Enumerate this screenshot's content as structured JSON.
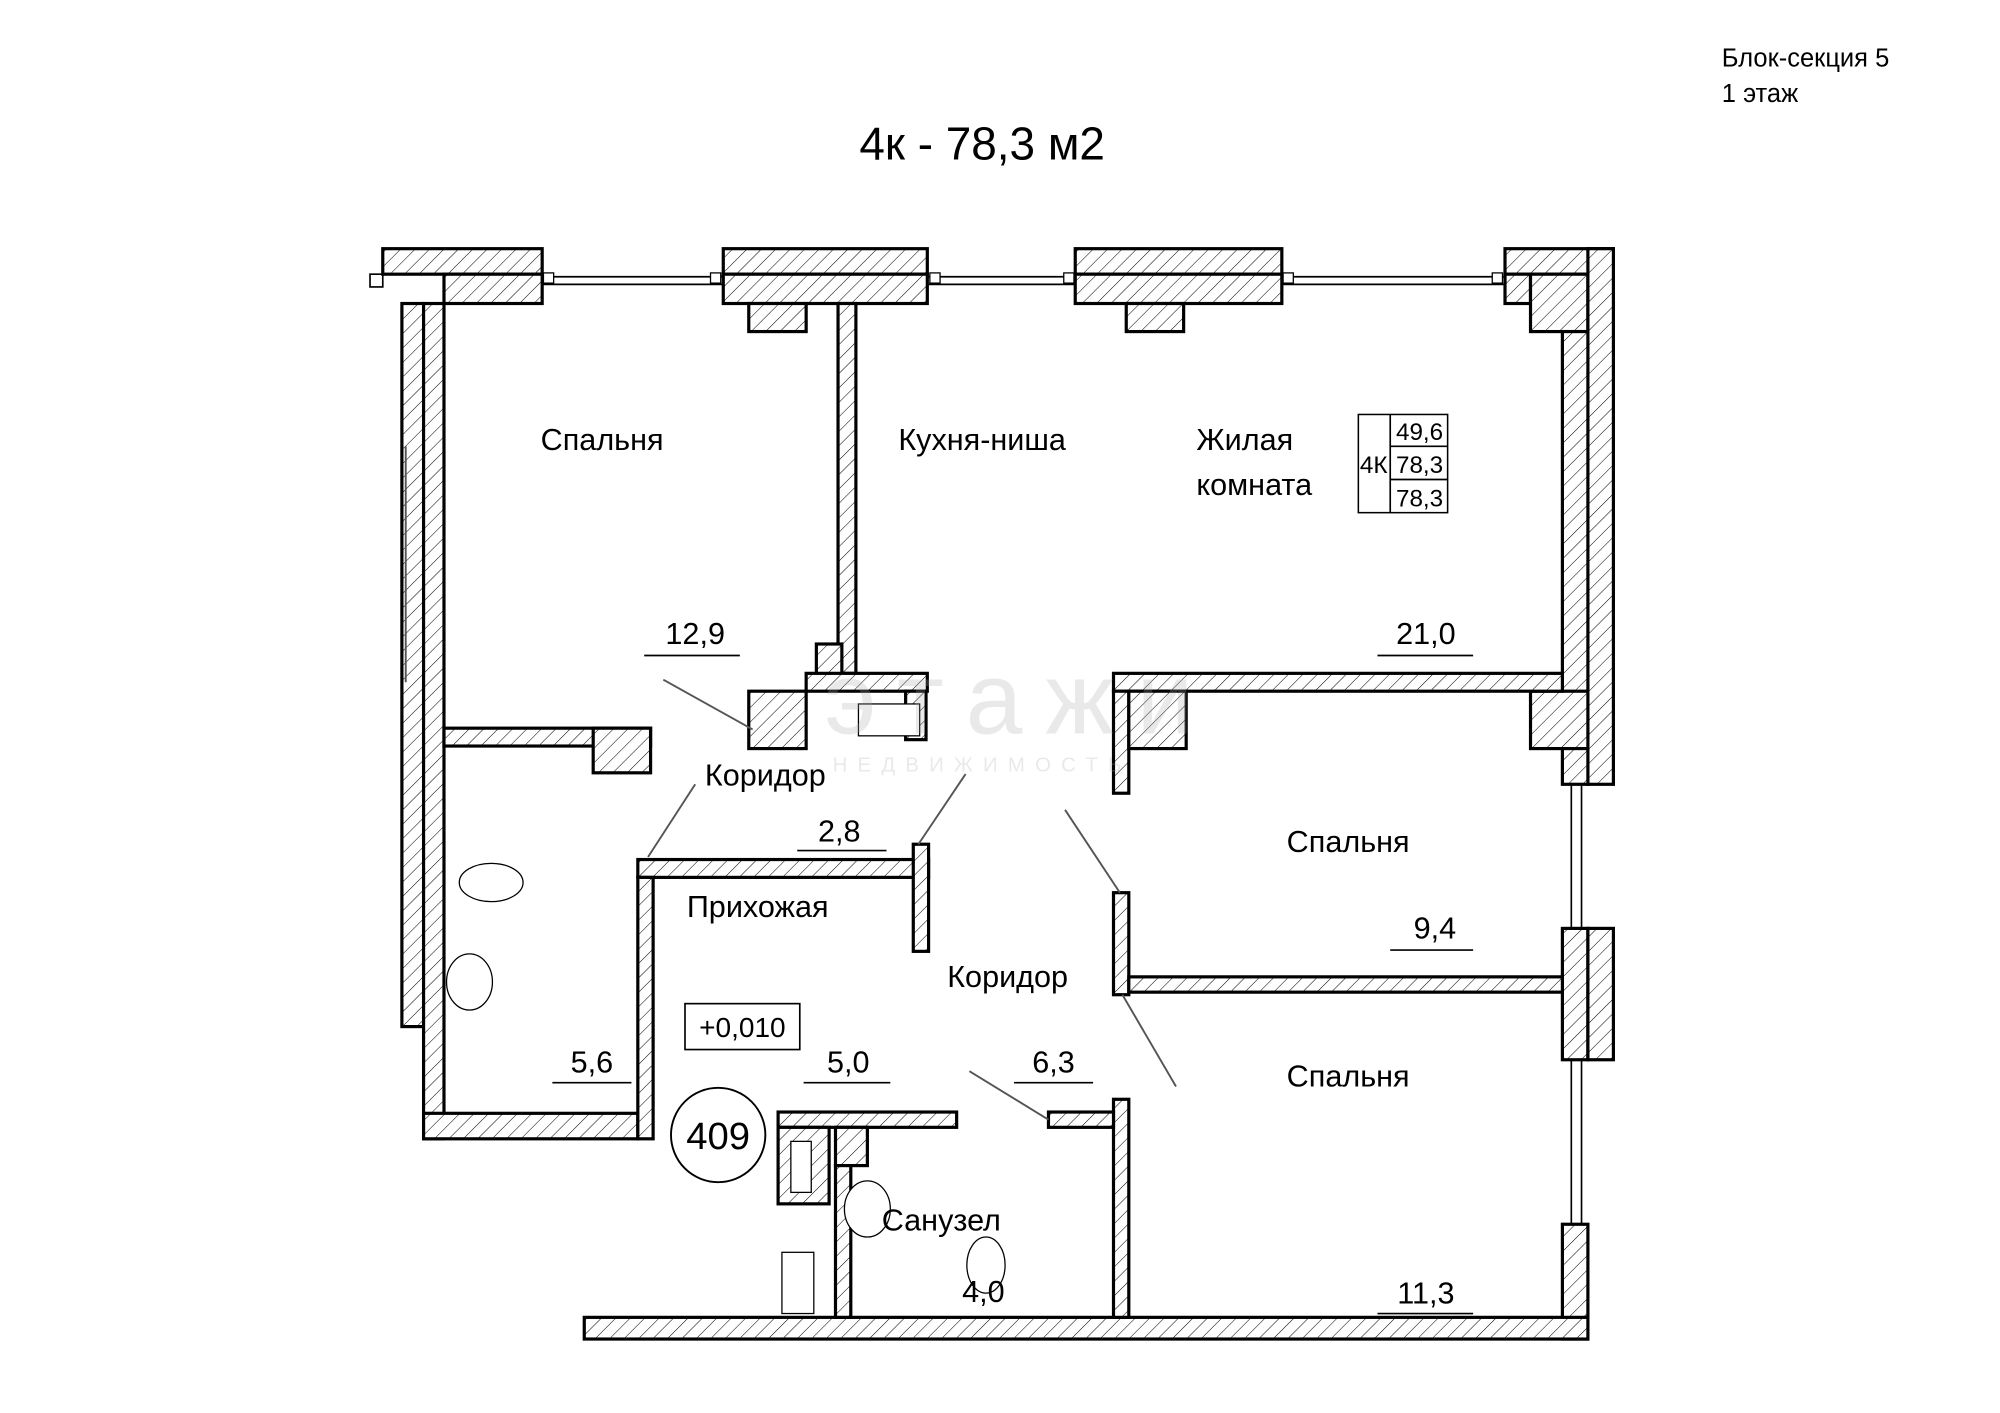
{
  "header": {
    "section": "Блок-секция 5",
    "floor": "1 этаж",
    "title": "4к - 78,3 м2"
  },
  "watermark": {
    "logo": "этажи",
    "sub": "НЕДВИЖИМОСТЬ"
  },
  "summary_table": {
    "type": "4К",
    "living": "49,6",
    "total": "78,3",
    "total2": "78,3"
  },
  "rooms": [
    {
      "name": "Спальня",
      "area": "12,9"
    },
    {
      "name": "Кухня-ниша",
      "area": ""
    },
    {
      "name_line1": "Жилая",
      "name_line2": "комната",
      "area": "21,0"
    },
    {
      "name": "Коридор",
      "area": "2,8"
    },
    {
      "name": "Спальня",
      "area": "9,4"
    },
    {
      "name": "Прихожая",
      "area": "5,0"
    },
    {
      "name": "Коридор",
      "area": "6,3"
    },
    {
      "name": "Спальня",
      "area": "11,3"
    },
    {
      "name": "Санузел",
      "area": "4,0"
    },
    {
      "name": "",
      "area": "5,6"
    }
  ],
  "level_mark": "+0,010",
  "apartment_number": "409"
}
